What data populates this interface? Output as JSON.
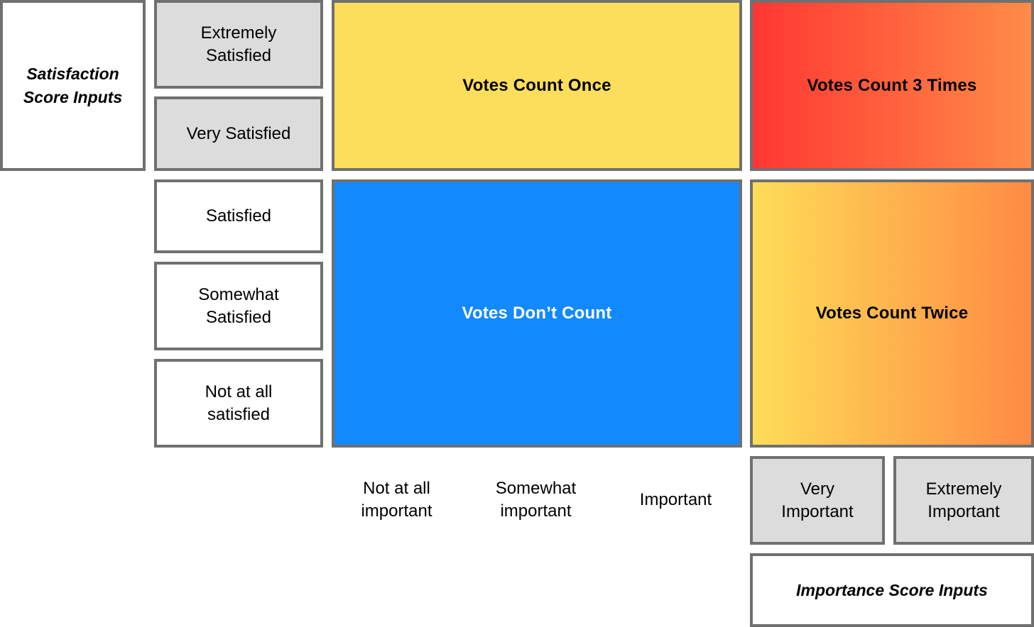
{
  "satisfaction_header": "Satisfaction\nScore Inputs",
  "satisfaction_levels": {
    "extremely_satisfied": "Extremely\nSatisfied",
    "very_satisfied": "Very Satisfied",
    "satisfied": "Satisfied",
    "somewhat_satisfied": "Somewhat\nSatisfied",
    "not_at_all_satisfied": "Not at all\nsatisfied"
  },
  "zones": {
    "once": {
      "label": "Votes Count Once",
      "color": "#fddd5c"
    },
    "three_times": {
      "label": "Votes Count 3 Times",
      "color_start": "#ff3733",
      "color_end": "#ff8c48"
    },
    "dont_count": {
      "label": "Votes Don’t Count",
      "color": "#1289fe"
    },
    "twice": {
      "label": "Votes Count Twice",
      "color_start": "#fedd58",
      "color_end": "#ff8a44"
    }
  },
  "importance_levels": {
    "not_at_all_important": "Not at all\nimportant",
    "somewhat_important": "Somewhat\nimportant",
    "important": "Important",
    "very_important": "Very\nImportant",
    "extremely_important": "Extremely\nImportant"
  },
  "importance_header": "Importance Score Inputs",
  "colors": {
    "border": "#707070",
    "highlight_input": "#dcdcdc",
    "plain_input": "#ffffff"
  }
}
